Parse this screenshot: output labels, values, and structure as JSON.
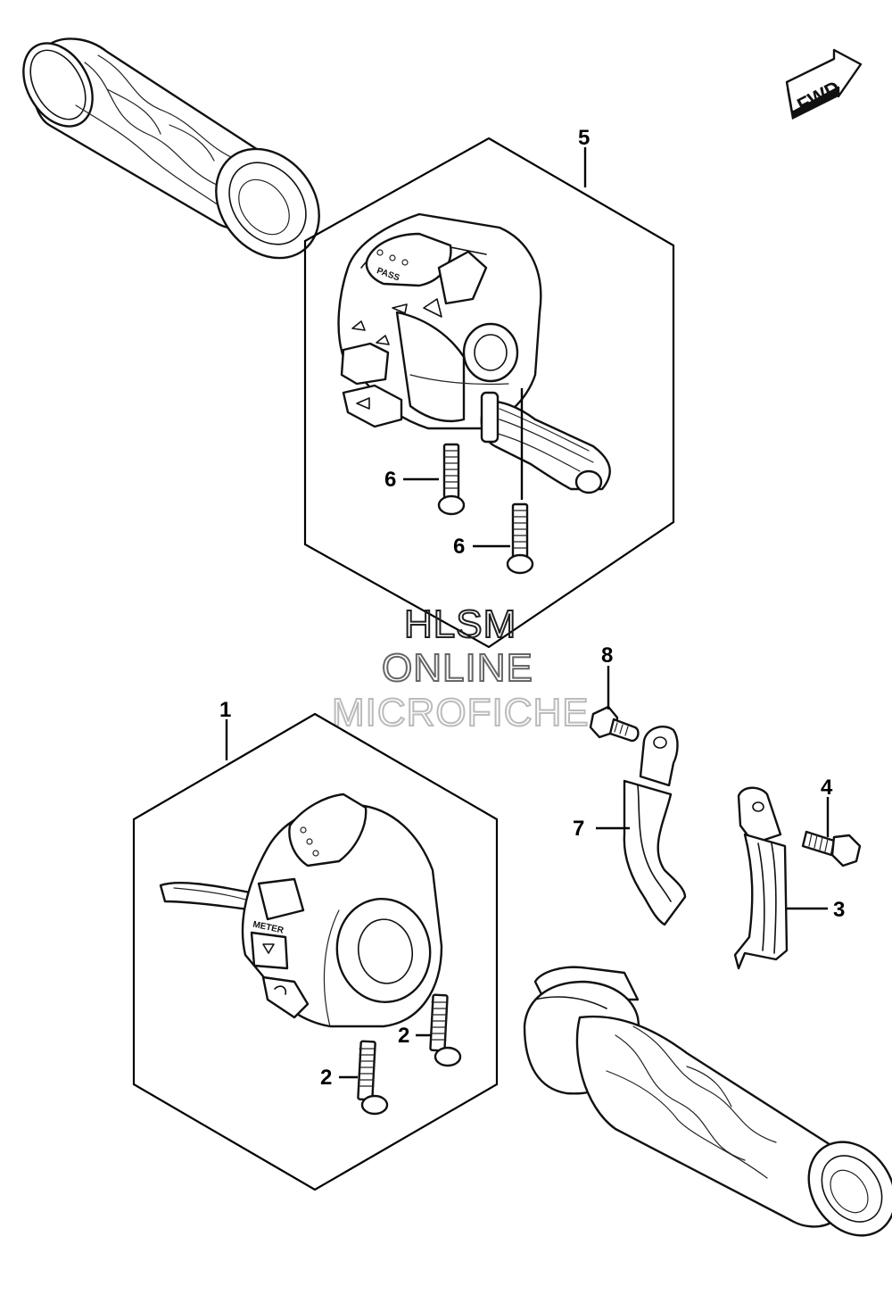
{
  "orientation": {
    "label": "FWD"
  },
  "callouts": {
    "switch_left_assy": "1",
    "screw_left": "2",
    "clamp_lower": "3",
    "bolt_clamp": "4",
    "switch_right_assy": "5",
    "screw_right": "6",
    "clamp_upper": "7",
    "bolt_upper": "8"
  },
  "switch_markings": {
    "pass": "PASS",
    "meter": "METER"
  },
  "watermark": {
    "line1": "HLSM",
    "line2": "ONLINE",
    "line3": "MICROFICHE"
  }
}
